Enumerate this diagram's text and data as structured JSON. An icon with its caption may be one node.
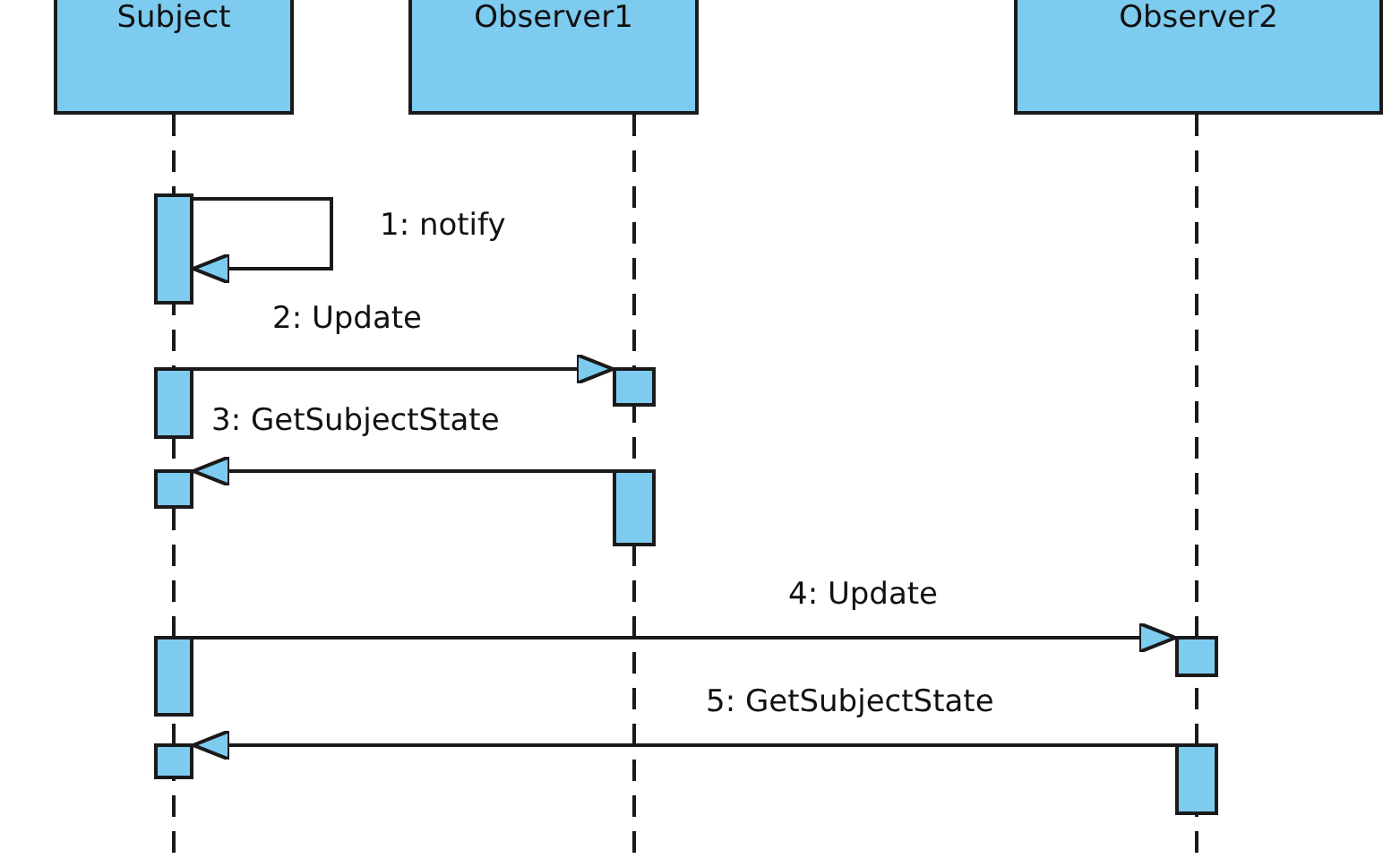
{
  "diagram": {
    "nodes": [
      {
        "text": [
          "Subject"
        ]
      },
      {
        "text": [
          "Observer1"
        ]
      },
      {
        "text": [
          "Observer2"
        ]
      },
      {
        "text": [],
        "shape": "bar"
      },
      {
        "text": [],
        "shape": "bar"
      },
      {
        "text": [],
        "shape": "bar"
      },
      {
        "text": [],
        "shape": "bar"
      },
      {
        "text": [],
        "shape": "bar"
      },
      {
        "text": [],
        "shape": "bar"
      },
      {
        "text": [],
        "shape": "bar"
      },
      {
        "text": [],
        "shape": "bar"
      },
      {
        "text": [],
        "shape": "bar"
      }
    ],
    "edges": [
      {
        "from": 3,
        "to": 3,
        "arrow": "to",
        "label": "1: notify"
      },
      {
        "from": 4,
        "to": 5,
        "arrow": "to",
        "label": "2: Update"
      },
      {
        "from": 7,
        "to": 6,
        "arrow": "to",
        "label": "3: GetSubjectState"
      },
      {
        "from": 8,
        "to": 9,
        "arrow": "to",
        "label": "4: Update"
      },
      {
        "from": 11,
        "to": 10,
        "arrow": "to",
        "label": "5: GetSubjectState"
      }
    ]
  }
}
